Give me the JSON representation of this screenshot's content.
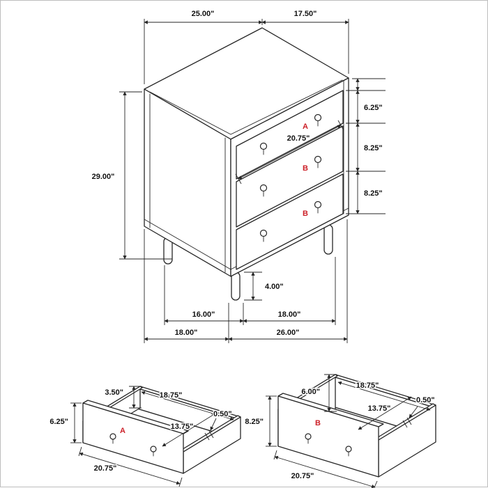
{
  "meta": {
    "title": "3-Drawer Chest Dimension Diagram",
    "accent_color": "#cc2028",
    "line_color": "#262626",
    "background_color": "#ffffff"
  },
  "main_view": {
    "width_top": "25.00\"",
    "depth_top": "17.50\"",
    "height": "29.00\"",
    "drawer_a_height": "6.25\"",
    "drawer_b1_height": "8.25\"",
    "drawer_b2_height": "8.25\"",
    "drawer_width": "20.75\"",
    "leg_height": "4.00\"",
    "foot_depth_spacing": "16.00\"",
    "foot_width_spacing": "18.00\"",
    "overall_depth": "18.00\"",
    "overall_width": "26.00\"",
    "label_a": "A",
    "label_b_middle": "B",
    "label_b_bottom": "B"
  },
  "drawer_a": {
    "label": "A",
    "back_height": "3.50\"",
    "interior_width": "18.75\"",
    "front_height": "6.25\"",
    "panel_thickness": "0.50\"",
    "interior_depth": "13.75\"",
    "front_width": "20.75\""
  },
  "drawer_b": {
    "label": "B",
    "back_height": "6.00\"",
    "interior_width": "18.75\"",
    "front_height": "8.25\"",
    "panel_thickness": "0.50\"",
    "interior_depth": "13.75\"",
    "front_width": "20.75\""
  }
}
